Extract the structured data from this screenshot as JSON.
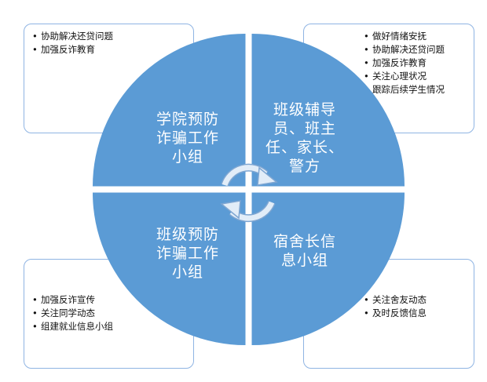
{
  "quadrants": {
    "top_left": {
      "label": "学院预防\n诈骗工作\n小组"
    },
    "top_right": {
      "label": "班级辅导\n员、班主\n任、家长、\n警方"
    },
    "bottom_left": {
      "label": "班级预防\n诈骗工作\n小组"
    },
    "bottom_right": {
      "label": "宿舍长信\n息小组"
    }
  },
  "boxes": {
    "top_left": {
      "items": [
        "协助解决还贷问题",
        "加强反诈教育"
      ]
    },
    "top_right": {
      "items": [
        "做好情绪安抚",
        "协助解决还贷问题",
        "加强反诈教育",
        "关注心理状况",
        "跟踪后续学生情况"
      ]
    },
    "bottom_left": {
      "items": [
        "加强反诈宣传",
        "关注同学动态",
        "组建就业信息小组"
      ]
    },
    "bottom_right": {
      "items": [
        "关注舍友动态",
        "及时反馈信息"
      ]
    }
  },
  "colors": {
    "quadrant_fill": "#5b9bd5",
    "box_border": "#8fb4e3",
    "arrow_fill": "#d6e6f5"
  },
  "icons": {
    "cycle": "circular-arrows-icon"
  }
}
